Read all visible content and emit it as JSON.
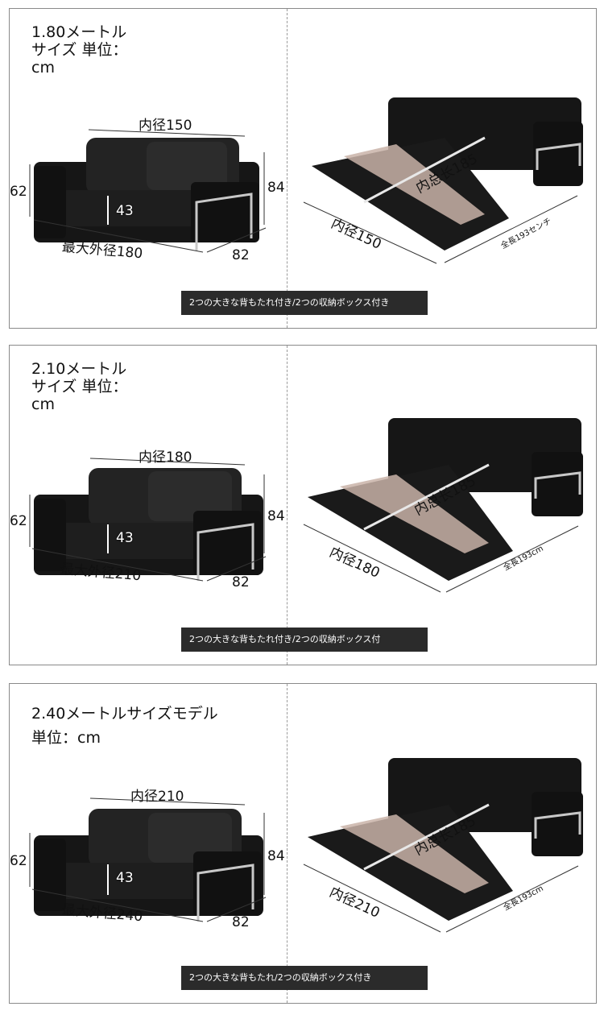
{
  "panels": [
    {
      "title": "1.80メートル\nサイズ 単位：\ncm",
      "inner_width": "内径150",
      "max_width": "最大外径180",
      "arm_height": "62",
      "seat_height": "43",
      "total_height": "84",
      "depth": "82",
      "bed_inner": "内径150",
      "bed_length": "内总长185",
      "bed_total": "全長193センチ",
      "caption": "2つの大きな背もたれ付き/2つの収納ボックス付き"
    },
    {
      "title": "2.10メートル\nサイズ 単位：\ncm",
      "inner_width": "内径180",
      "max_width": "最大外径210",
      "arm_height": "62",
      "seat_height": "43",
      "total_height": "84",
      "depth": "82",
      "bed_inner": "内径180",
      "bed_length": "内总长185",
      "bed_total": "全長193cm",
      "caption": "2つの大きな背もたれ付き/2つの収納ボックス付"
    },
    {
      "title": "2.40メートルサイズモデル\n単位：cm",
      "inner_width": "内径210",
      "max_width": "最大外径240",
      "arm_height": "62",
      "seat_height": "43",
      "total_height": "84",
      "depth": "82",
      "bed_inner": "内径210",
      "bed_length": "内总长185",
      "bed_total": "全長193cm",
      "caption": "2つの大きな背もたれ/2つの収納ボックス付き"
    }
  ],
  "colors": {
    "leather": "#161616",
    "leather_highlight": "#3a3a3a",
    "frame": "#c8c8c8",
    "blanket": "#c9b3a8",
    "caption_bg": "#2b2b2b"
  }
}
